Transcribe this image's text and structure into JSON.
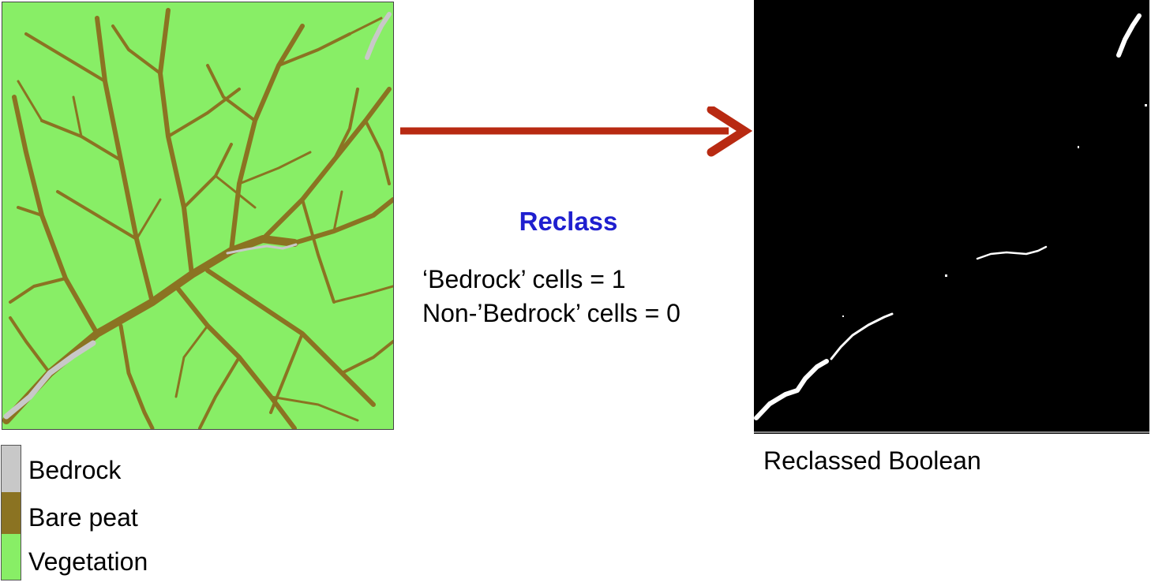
{
  "operation": {
    "title": "Reclass",
    "rule_bedrock": "‘Bedrock’ cells = 1",
    "rule_non_bedrock": "Non-’Bedrock’ cells = 0"
  },
  "output": {
    "label": "Reclassed Boolean"
  },
  "legend": {
    "items": [
      {
        "label": "Bedrock",
        "color": "#c8c8c8"
      },
      {
        "label": "Bare peat",
        "color": "#8b7322"
      },
      {
        "label": "Vegetation",
        "color": "#88ee66"
      }
    ]
  },
  "colors": {
    "arrow": "#b82a12",
    "title": "#1f1fcf",
    "boolean_true": "#ffffff",
    "boolean_false": "#000000"
  }
}
